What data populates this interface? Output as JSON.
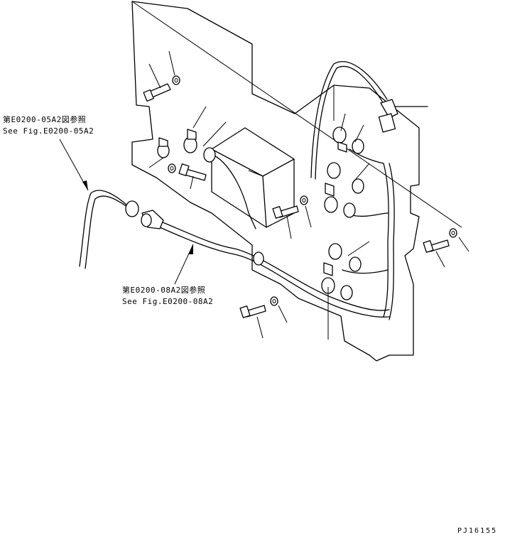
{
  "references": [
    {
      "jp": "第E0200-05A2図参照",
      "en": "See Fig.E0200-05A2"
    },
    {
      "jp": "第E0200-08A2図参照",
      "en": "See Fig.E0200-08A2"
    }
  ],
  "drawing_code": "PJ16155"
}
